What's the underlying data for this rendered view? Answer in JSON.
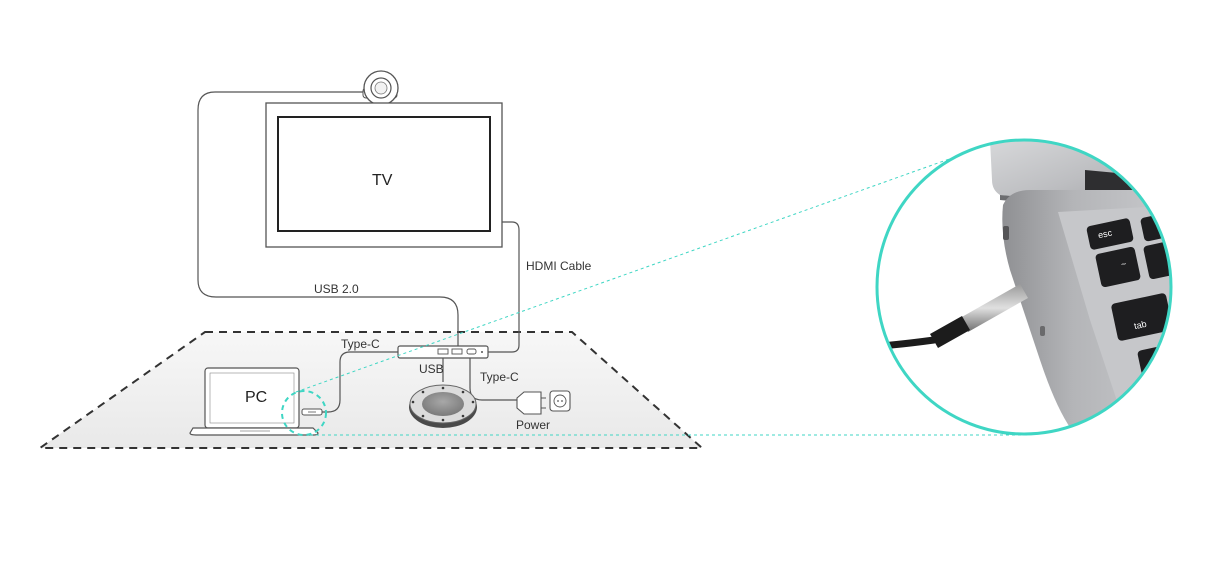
{
  "labels": {
    "tv": "TV",
    "pc": "PC",
    "usb_2_0": "USB 2.0",
    "hdmi_cable": "HDMI Cable",
    "type_c_hub": "Type-C",
    "usb": "USB",
    "type_c_power": "Type-C",
    "power": "Power"
  },
  "keyboard_keys": {
    "esc": "esc",
    "tilde": "~",
    "tab": "tab"
  },
  "colors": {
    "accent_teal": "#3fd6c4",
    "line": "#555555",
    "desk_fill": "#efefef"
  },
  "icons": [
    "camera-icon",
    "tv-icon",
    "laptop-icon",
    "usb-hub-icon",
    "speakerphone-icon",
    "power-adapter-icon",
    "wall-socket-icon",
    "magnifier-circle-icon"
  ]
}
